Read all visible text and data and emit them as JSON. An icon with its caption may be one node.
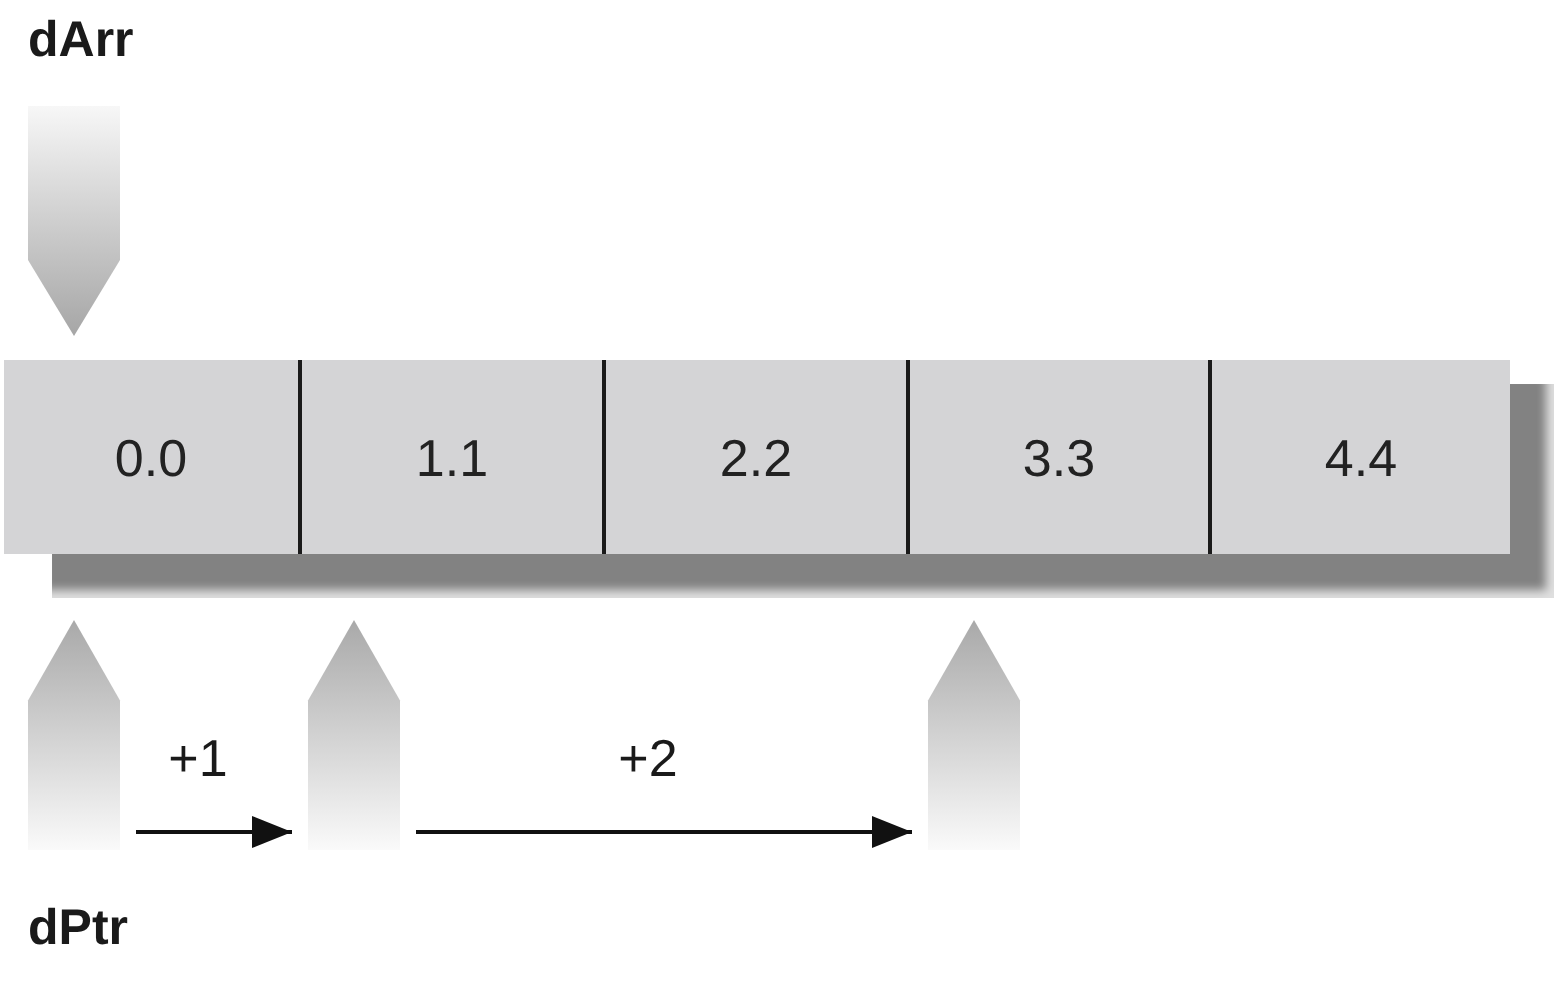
{
  "diagram": {
    "nodes": [
      {
        "text": [],
        "shape": "arrow",
        "beside": [
          "dArr"
        ]
      },
      {
        "text": [],
        "shape": "bar"
      },
      {
        "text": [
          "0.0"
        ],
        "in": 1
      },
      {
        "text": [
          "1.1"
        ],
        "in": 1
      },
      {
        "text": [
          "2.2"
        ],
        "in": 1
      },
      {
        "text": [
          "3.3"
        ],
        "in": 1
      },
      {
        "text": [
          "4.4"
        ],
        "in": 1
      },
      {
        "text": [],
        "shape": "arrow",
        "beside": [
          "dPtr"
        ]
      },
      {
        "text": [],
        "shape": "arrow"
      },
      {
        "text": [],
        "shape": "arrow"
      }
    ],
    "edges": [
      {
        "from": 7,
        "to": 8,
        "arrow": "to",
        "label": "+1"
      },
      {
        "from": 8,
        "to": 9,
        "arrow": "to",
        "label": "+2"
      }
    ]
  }
}
